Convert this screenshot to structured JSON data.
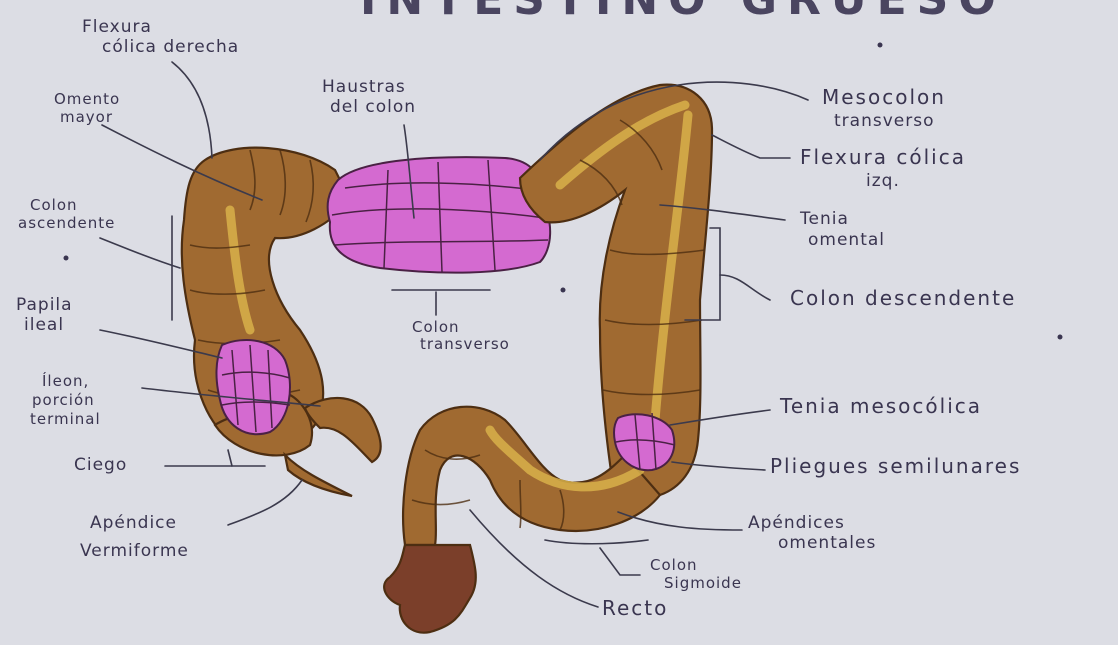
{
  "title_fragment": "INTESTINO GRUESO",
  "labels": {
    "flexura_derecha": [
      "Flexura",
      "cólica derecha"
    ],
    "omento_mayor": [
      "Omento",
      "mayor"
    ],
    "haustras": [
      "Haustras",
      "del colon"
    ],
    "mesocolon_transverso": [
      "Mesocolon",
      "transverso"
    ],
    "flexura_izquierda": [
      "Flexura cólica",
      "izq."
    ],
    "tenia_omental": [
      "Tenia",
      "omental"
    ],
    "colon_ascendente": [
      "Colon",
      "ascendente"
    ],
    "colon_transverso": [
      "Colon",
      "transverso"
    ],
    "colon_descendente": "Colon descendente",
    "papila_ileal": [
      "Papila",
      "ileal"
    ],
    "ileon": [
      "Íleon,",
      "porción",
      "terminal"
    ],
    "tenia_mesocolica": "Tenia mesocólica",
    "ciego": "Ciego",
    "pliegues_semilunares": "Pliegues semilunares",
    "apendice_vermiforme": [
      "Apéndice",
      "Vermiforme"
    ],
    "apendices_omentales": [
      "Apéndices",
      "omentales"
    ],
    "colon_sigmoide": [
      "Colon",
      "Sigmoide"
    ],
    "recto": "Recto"
  },
  "colors": {
    "paper": "#dcdde4",
    "colon": "#a06a31",
    "colon_outline": "#4d2e12",
    "taenia": "#d8b04a",
    "transverse_highlight": "#d46ad0",
    "rectum": "#7b3f2a",
    "ink": "#3a3550"
  }
}
